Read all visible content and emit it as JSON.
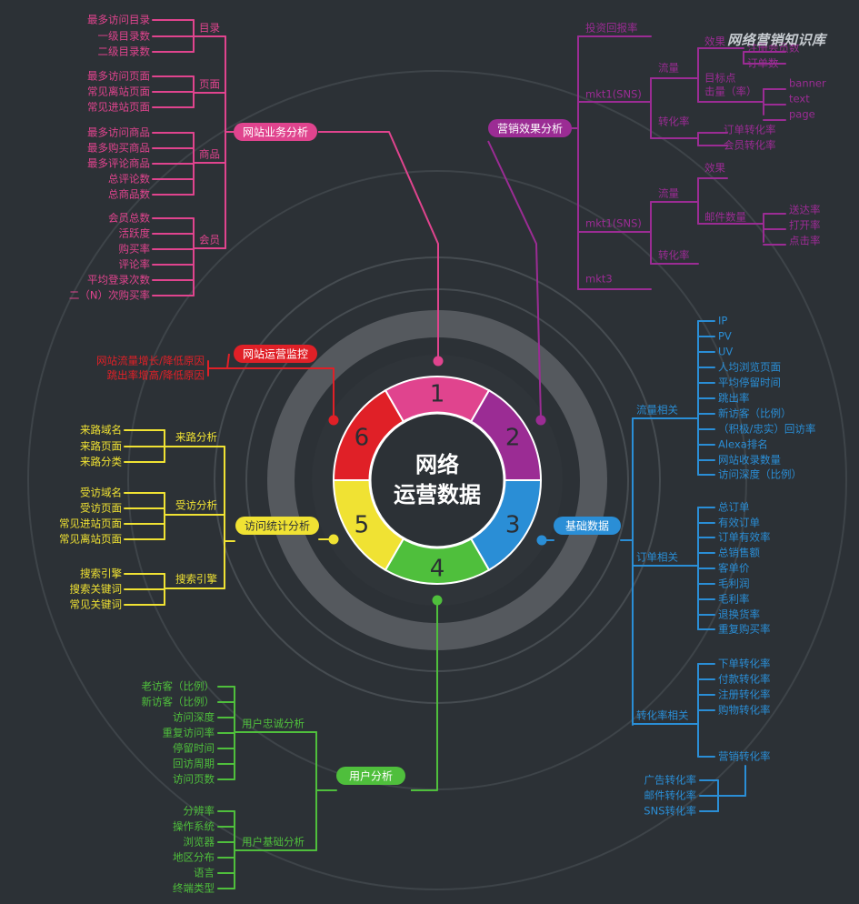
{
  "watermark": "网络营销知识库",
  "center": {
    "line1": "网络",
    "line2": "运营数据"
  },
  "segment_numbers": [
    "1",
    "2",
    "3",
    "4",
    "5",
    "6"
  ],
  "colors": {
    "background": "#2c3136",
    "pink": "#e0448e",
    "purple": "#9b2c94",
    "blue": "#2a8ed6",
    "green": "#4fbf3c",
    "yellow": "#f0e233",
    "red": "#e02027",
    "ring": "#6b7075",
    "center_disc": "#2c3136"
  },
  "branches": {
    "website_business": {
      "title": "网站业务分析",
      "groups": [
        {
          "label": "目录",
          "items": [
            "最多访问目录",
            "一级目录数",
            "二级目录数"
          ]
        },
        {
          "label": "页面",
          "items": [
            "最多访问页面",
            "常见离站页面",
            "常见进站页面"
          ]
        },
        {
          "label": "商品",
          "items": [
            "最多访问商品",
            "最多购买商品",
            "最多评论商品",
            "总评论数",
            "总商品数"
          ]
        },
        {
          "label": "会员",
          "items": [
            "会员总数",
            "活跃度",
            "购买率",
            "评论率",
            "平均登录次数",
            "二（N）次购买率"
          ]
        }
      ]
    },
    "marketing_effect": {
      "title": "营销效果分析",
      "invest": "投资回报率",
      "mkt1": {
        "label": "mkt1(SNS)",
        "flow": "流量",
        "effect": "效果",
        "effect_items": [
          "注册会员数",
          "订单数"
        ],
        "ctr_label": "目标点击量（率）",
        "ctr_items": [
          "banner",
          "text",
          "page"
        ],
        "conversion": "转化率",
        "conversion_items": [
          "订单转化率",
          "会员转化率"
        ]
      },
      "mkt2": {
        "label": "mkt1(SNS)",
        "flow": "流量",
        "effect": "效果",
        "email": "邮件数量",
        "email_items": [
          "送达率",
          "打开率",
          "点击率"
        ],
        "conversion": "转化率"
      },
      "mkt3": "mkt3"
    },
    "site_monitor": {
      "title": "网站运营监控",
      "items": [
        "网站流量增长/降低原因",
        "跳出率增高/降低原因"
      ]
    },
    "visit_stats": {
      "title": "访问统计分析",
      "groups": [
        {
          "label": "来路分析",
          "items": [
            "来路域名",
            "来路页面",
            "来路分类"
          ]
        },
        {
          "label": "受访分析",
          "items": [
            "受访域名",
            "受访页面",
            "常见进站页面",
            "常见离站页面"
          ]
        },
        {
          "label": "搜索引擎",
          "items": [
            "搜索引擎",
            "搜索关键词",
            "常见关键词"
          ]
        }
      ]
    },
    "basic_data": {
      "title": "基础数据",
      "groups": [
        {
          "label": "流量相关",
          "items": [
            "IP",
            "PV",
            "UV",
            "人均浏览页面",
            "平均停留时间",
            "跳出率",
            "新访客（比例）",
            "（积极/忠实）回访率",
            "Alexa排名",
            "网站收录数量",
            "访问深度（比例）"
          ]
        },
        {
          "label": "订单相关",
          "items": [
            "总订单",
            "有效订单",
            "订单有效率",
            "总销售额",
            "客单价",
            "毛利润",
            "毛利率",
            "退换货率",
            "重复购买率"
          ]
        },
        {
          "label": "转化率相关",
          "items": [
            "下单转化率",
            "付款转化率",
            "注册转化率",
            "购物转化率",
            "营销转化率"
          ]
        }
      ],
      "sub_items": [
        "广告转化率",
        "邮件转化率",
        "SNS转化率"
      ]
    },
    "user_analysis": {
      "title": "用户分析",
      "groups": [
        {
          "label": "用户忠诚分析",
          "items": [
            "老访客（比例）",
            "新访客（比例）",
            "访问深度",
            "重复访问率",
            "停留时间",
            "回访周期",
            "访问页数"
          ]
        },
        {
          "label": "用户基础分析",
          "items": [
            "分辨率",
            "操作系统",
            "浏览器",
            "地区分布",
            "语言",
            "终端类型"
          ]
        }
      ]
    }
  }
}
